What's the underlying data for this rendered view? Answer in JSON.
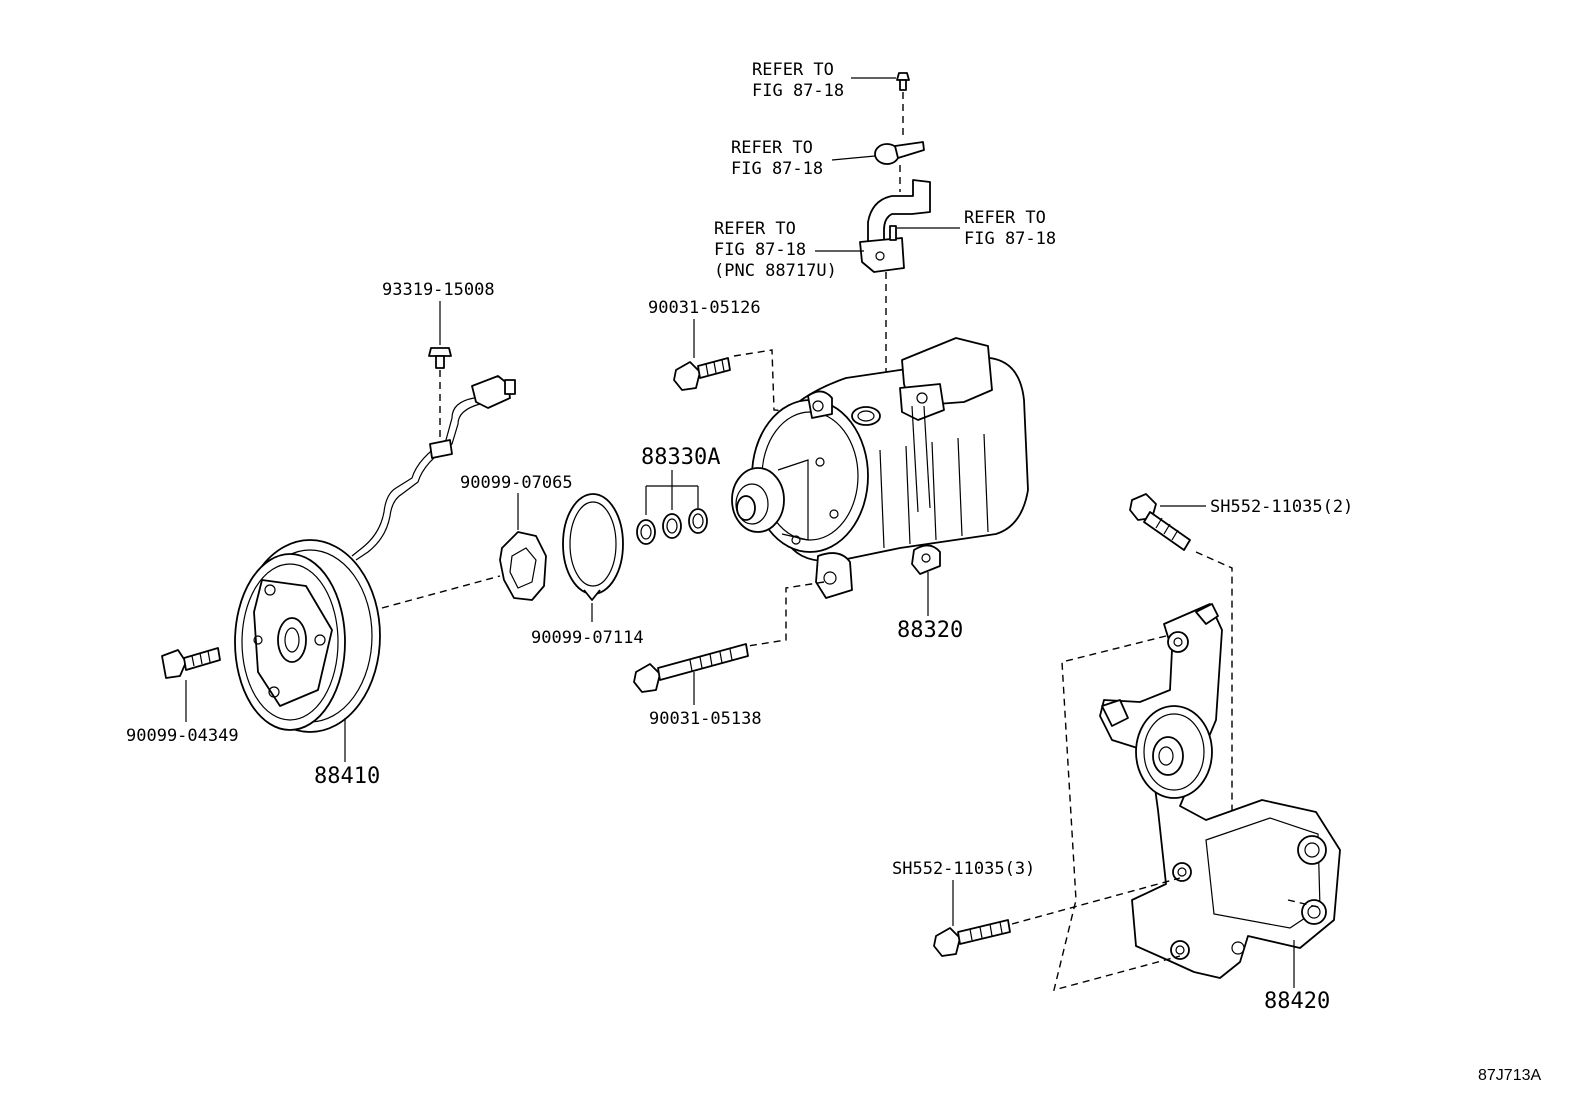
{
  "labels": {
    "refer_top": [
      "REFER TO",
      "FIG 87-18"
    ],
    "refer_clamp": [
      "REFER TO",
      "FIG 87-18"
    ],
    "refer_hose": [
      "REFER TO",
      "FIG 87-18",
      "(PNC 88717U)"
    ],
    "refer_right": [
      "REFER TO",
      "FIG 87-18"
    ],
    "p93319": "93319-15008",
    "p90031_05126": "90031-05126",
    "p88330A": "88330A",
    "p90099_07065": "90099-07065",
    "p90099_07114": "90099-07114",
    "p88320": "88320",
    "p90031_05138": "90031-05138",
    "p90099_04349": "90099-04349",
    "p88410": "88410",
    "sh2": "SH552-11035(2)",
    "sh3": "SH552-11035(3)",
    "p88420": "88420"
  },
  "figure_id": "87J713A"
}
